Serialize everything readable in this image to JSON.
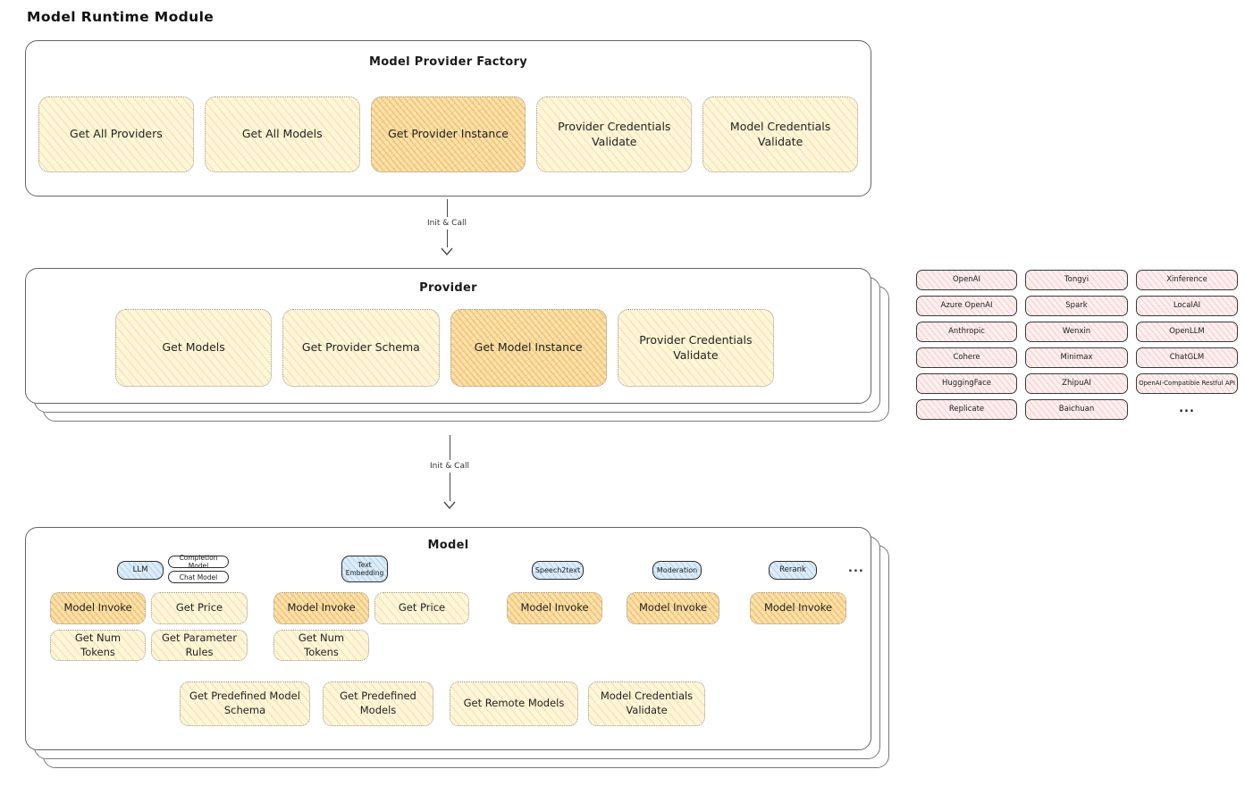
{
  "page": {
    "title": "Model Runtime Module"
  },
  "factory": {
    "title": "Model Provider Factory",
    "items": [
      "Get All Providers",
      "Get All Models",
      "Get Provider Instance",
      "Provider Credentials Validate",
      "Model Credentials Validate"
    ]
  },
  "arrows": {
    "first": "Init & Call",
    "second": "Init & Call"
  },
  "provider": {
    "title": "Provider",
    "items": [
      "Get Models",
      "Get Provider Schema",
      "Get Model Instance",
      "Provider Credentials Validate"
    ]
  },
  "vendors": {
    "items": [
      "OpenAI",
      "Tongyi",
      "Xinference",
      "Azure OpenAI",
      "Spark",
      "LocalAI",
      "Anthropic",
      "Wenxin",
      "OpenLLM",
      "Cohere",
      "Minimax",
      "ChatGLM",
      "HuggingFace",
      "ZhipuAI",
      "OpenAI-Compatible Restful API",
      "Replicate",
      "Baichuan"
    ],
    "more": "..."
  },
  "model": {
    "title": "Model",
    "tags": {
      "llm": "LLM",
      "completion": "Completion Model",
      "chat": "Chat Model",
      "text_embedding": "Text Embedding",
      "speech2text": "Speech2text",
      "moderation": "Moderation",
      "rerank": "Rerank",
      "more": "..."
    },
    "functions": {
      "llm_invoke": "Model Invoke",
      "llm_price": "Get Price",
      "llm_tokens": "Get Num Tokens",
      "llm_rules": "Get Parameter Rules",
      "emb_invoke": "Model Invoke",
      "emb_price": "Get Price",
      "emb_tokens": "Get Num Tokens",
      "speech_invoke": "Model Invoke",
      "moderation_invoke": "Model Invoke",
      "rerank_invoke": "Model Invoke"
    },
    "bottom": [
      "Get Predefined Model Schema",
      "Get Predefined Models",
      "Get Remote Models",
      "Model Credentials Validate"
    ]
  },
  "colors": {
    "highlight_fill": "#f9e2ae",
    "normal_fill": "#fdf6da",
    "vendor_fill": "#fdefef",
    "tag_fill": "#dcecf8"
  }
}
